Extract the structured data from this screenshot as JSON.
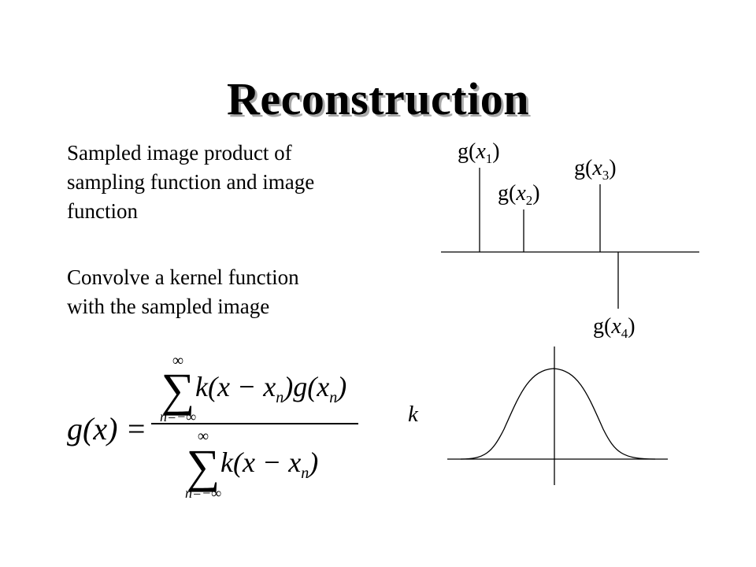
{
  "slide": {
    "title": "Reconstruction",
    "paragraphs": [
      [
        "Sampled image product of",
        "sampling function and image",
        "function"
      ],
      [
        "Convolve a kernel function",
        "with the sampled image"
      ]
    ]
  },
  "samples_diagram": {
    "labels": {
      "s1": {
        "fn": "g(",
        "var": "x",
        "sub": "1",
        "close": ")"
      },
      "s2": {
        "fn": "g(",
        "var": "x",
        "sub": "2",
        "close": ")"
      },
      "s3": {
        "fn": "g(",
        "var": "x",
        "sub": "3",
        "close": ")"
      },
      "s4": {
        "fn": "g(",
        "var": "x",
        "sub": "4",
        "close": ")"
      }
    }
  },
  "kernel_diagram": {
    "label": "k"
  },
  "formula": {
    "lhs": "g(x) =",
    "numerator": {
      "sum_top": "∞",
      "sum_bottom": "n=−∞",
      "term": "k(x − x",
      "term_sub": "n",
      "term_mid": ")g(x",
      "term_sub2": "n",
      "term_end": ")"
    },
    "denominator": {
      "sum_top": "∞",
      "sum_bottom": "n=−∞",
      "term": "k(x − x",
      "term_sub": "n",
      "term_end": ")"
    }
  }
}
